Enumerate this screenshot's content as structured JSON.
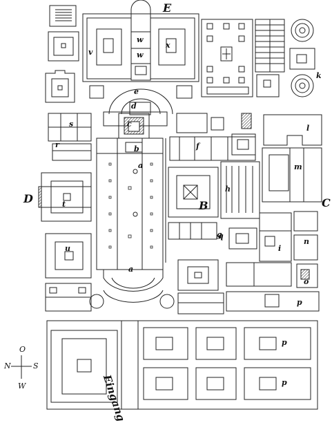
{
  "section_labels": {
    "E": "E",
    "D": "D",
    "C": "C",
    "B": "B",
    "k": "k"
  },
  "building_labels": {
    "a_altar": "a",
    "a_apse": "a",
    "b": "b",
    "c": "c",
    "d": "d",
    "e": "e",
    "f": "f",
    "g": "g",
    "h": "h",
    "i": "i",
    "l": "l",
    "m": "m",
    "n": "n",
    "o": "o",
    "p_east": "p",
    "p_south1": "p",
    "p_south2": "p",
    "q": "q",
    "r": "r",
    "s": "s",
    "t": "t",
    "u": "u",
    "v": "v",
    "w1": "w",
    "w2": "w",
    "x": "x"
  },
  "entrance_label": "Eingang",
  "compass": {
    "north": "N",
    "south": "S",
    "east": "O",
    "west": "W"
  }
}
